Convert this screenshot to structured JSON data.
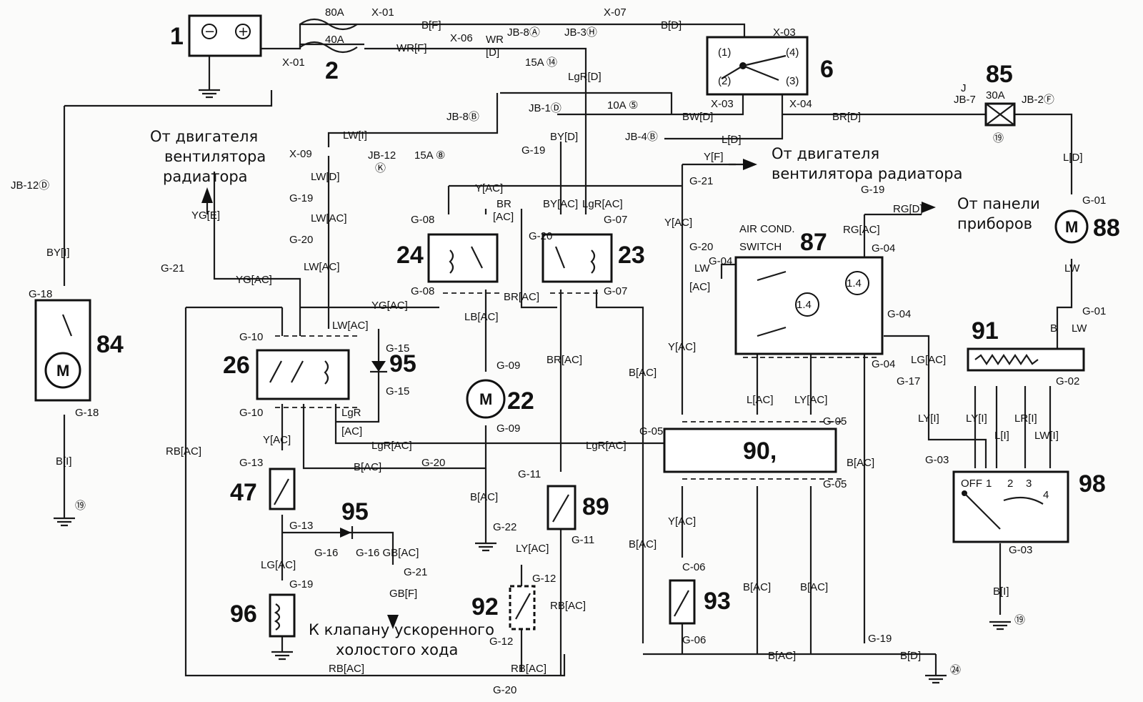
{
  "components": {
    "n1": "1",
    "n2": "2",
    "n6": "6",
    "n85": "85",
    "n88": "88",
    "n84": "84",
    "n24": "24",
    "n23": "23",
    "n26": "26",
    "n95": "95",
    "n22": "22",
    "n47": "47",
    "n96": "96",
    "n89": "89",
    "n92": "92",
    "n87": "87",
    "n90": "90,",
    "n93": "93",
    "n91": "91",
    "n98": "98"
  },
  "symbols": {
    "motor": "M"
  },
  "labels": {
    "a80": "80A",
    "a40": "40A",
    "x01": "X-01",
    "bf": "B[F]",
    "x07": "X-07",
    "bd": "B[D]",
    "x03": "X-03",
    "x04": "X-04",
    "wrf": "WR[F]",
    "x06": "X-06",
    "wr": "WR",
    "d": "[D]",
    "jb8a": "JB-8Ⓐ",
    "jb3h": "JB-3Ⓗ",
    "a15_14": "15A ⑭",
    "lgrd": "LgR[D]",
    "p1": "(1)",
    "p2": "(2)",
    "p3": "(3)",
    "p4": "(4)",
    "jb1d": "JB-1Ⓓ",
    "a10_5": "10A ⑤",
    "bwd": "BW[D]",
    "brd": "BR[D]",
    "jb8b": "JB-8Ⓑ",
    "byd": "BY[D]",
    "jb4b": "JB-4Ⓑ",
    "ld": "L[D]",
    "j": "J",
    "jb7": "JB-7",
    "a30": "30A",
    "jb2f": "JB-2Ⓕ",
    "c19": "⑲",
    "c19b": "⑲",
    "c24": "㉔",
    "g01": "G-01",
    "lw": "LW",
    "b": "B",
    "lwi": "LW[I]",
    "jb12": "JB-12",
    "k": "Ⓚ",
    "a15_8": "15A ⑧",
    "x09": "X-09",
    "lwd": "LW[D]",
    "g19": "G-19",
    "lwac": "LW[AC]",
    "g20": "G-20",
    "jb12d": "JB-12Ⓓ",
    "byi": "BY[I]",
    "g18": "G-18",
    "bi": "B[I]",
    "yge": "YG[E]",
    "g21": "G-21",
    "ygac": "YG[AC]",
    "g15": "G-15",
    "g10": "G-10",
    "lgr": "LgR",
    "ac": "[AC]",
    "ac_br": "[AC]",
    "yac": "Y[AC]",
    "lgrac": "LgR[AC]",
    "bac": "B[AC]",
    "g13": "G-13",
    "g16": "G-16",
    "g16gbac": "G-16 GB[AC]",
    "gbf": "GB[F]",
    "lgac": "LG[AC]",
    "rbac": "RB[AC]",
    "g08": "G-08",
    "br": "BR",
    "lbac": "LB[AC]",
    "g09": "G-09",
    "g22": "G-22",
    "byac": "BY[AC]",
    "g07": "G-07",
    "brac": "BR[AC]",
    "g11": "G-11",
    "lyac": "LY[AC]",
    "g12": "G-12",
    "yf": "Y[F]",
    "g04": "G-04",
    "acswitch1": "AIR COND.",
    "acswitch2": "SWITCH",
    "v14": "1.4",
    "rgd": "RG[D]",
    "rgac": "RG[AC]",
    "lac": "L[AC]",
    "lyac2": "LY[AC]",
    "g05": "G-05",
    "c06": "C-06",
    "g06": "G-06",
    "g17": "G-17",
    "lyi": "LY[I]",
    "g02": "G-02",
    "li": "L[I]",
    "lri": "LR[I]",
    "lwi2": "LW[I]",
    "g03": "G-03",
    "off": "OFF",
    "s1": "1",
    "s2": "2",
    "s3": "3",
    "s4": "4"
  },
  "notes": {
    "fan_left_1": "От двигателя",
    "fan_left_2": "вентилятора",
    "fan_left_3": "радиатора",
    "fan_right_1": "От двигателя",
    "fan_right_2": "вентилятора радиатора",
    "panel_1": "От панели",
    "panel_2": "приборов",
    "valve_1": "К клапану ускоренного",
    "valve_2": "холостого хода"
  }
}
